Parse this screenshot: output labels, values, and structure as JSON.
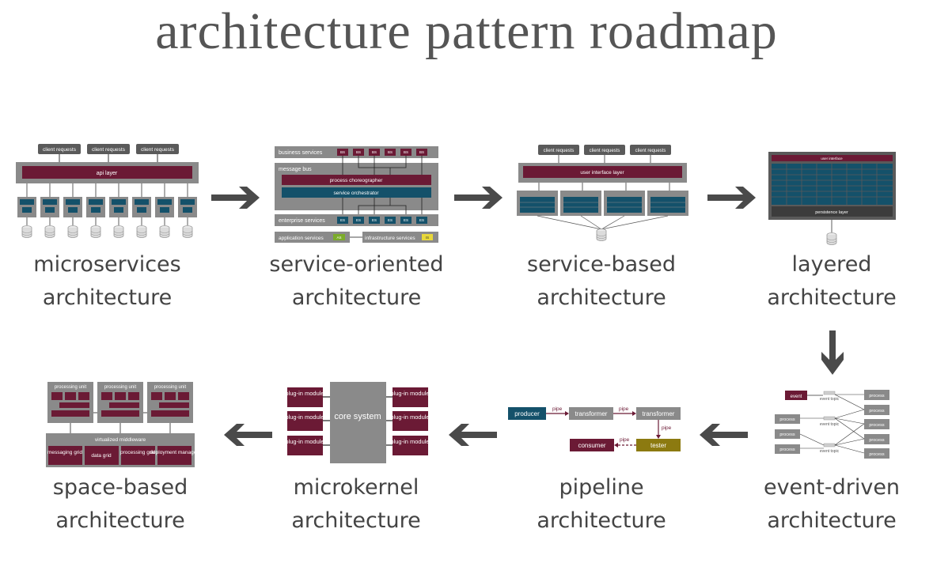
{
  "title": "architecture pattern roadmap",
  "colors": {
    "maroon": "#6b1a35",
    "teal": "#14516a",
    "gray": "#8a8a8a",
    "darkgray": "#5a5a5a",
    "olive": "#8c7a10",
    "green": "#7bab2b",
    "yellow": "#e8d83a",
    "arrow": "#4a4a4a"
  },
  "captions": {
    "microservices": [
      "microservices",
      "architecture"
    ],
    "soa": [
      "service-oriented",
      "architecture"
    ],
    "service_based": [
      "service-based",
      "architecture"
    ],
    "layered": [
      "layered",
      "architecture"
    ],
    "event_driven": [
      "event-driven",
      "architecture"
    ],
    "pipeline": [
      "pipeline",
      "architecture"
    ],
    "microkernel": [
      "microkernel",
      "architecture"
    ],
    "space_based": [
      "space-based",
      "architecture"
    ]
  },
  "microservices": {
    "client_requests": "client requests",
    "api_layer": "api layer"
  },
  "soa": {
    "business_services": "business services",
    "bs": "BS",
    "message_bus": "message bus",
    "process_choreographer": "process choreographer",
    "service_orchestrator": "service orchestrator",
    "enterprise_services": "enterprise services",
    "es": "ES",
    "application_services": "application services",
    "as": "AS",
    "infrastructure_services": "infrastructure services",
    "is": "IS"
  },
  "service_based": {
    "client_requests": "client requests",
    "user_interface_layer": "user interface layer"
  },
  "layered": {
    "user_interface": "user interface",
    "persistence_layer": "persistence layer"
  },
  "event_driven": {
    "event": "event",
    "event_topic": "event topic",
    "process": "process"
  },
  "pipeline": {
    "producer": "producer",
    "transformer": "transformer",
    "tester": "tester",
    "consumer": "consumer",
    "pipe": "pipe"
  },
  "microkernel": {
    "plugin_module": "plug-in module",
    "core_system": "core system"
  },
  "space_based": {
    "processing_unit": "processing unit",
    "virtualized_middleware": "virtualized middleware",
    "messaging_grid": "messaging grid",
    "data_grid": "data grid",
    "processing_grid": "processing grid",
    "deployment_manager": "deployment manager"
  }
}
